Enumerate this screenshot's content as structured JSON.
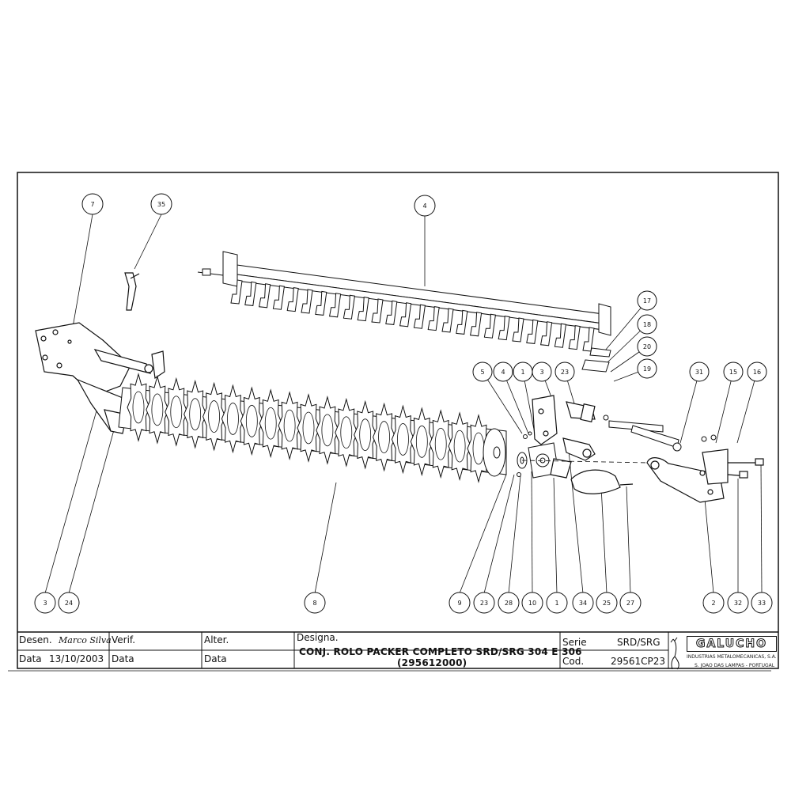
{
  "drawing": {
    "callouts": [
      "7",
      "35",
      "4",
      "17",
      "18",
      "20",
      "19",
      "5",
      "4",
      "1",
      "3",
      "23",
      "31",
      "15",
      "16",
      "3",
      "24",
      "8",
      "9",
      "23",
      "28",
      "10",
      "1",
      "34",
      "25",
      "27",
      "2",
      "32",
      "33"
    ]
  },
  "title_block": {
    "desen_label": "Desen.",
    "desen_value": "Marco Silva",
    "verif_label": "Verif.",
    "alter_label": "Alter.",
    "designa_label": "Designa.",
    "data_label": "Data",
    "data_value": "13/10/2003",
    "data_label_2": "Data",
    "data_label_3": "Data",
    "title_line_1": "CONJ. ROLO PACKER COMPLETO SRD/SRG 304 E 306",
    "title_line_2": "(295612000)",
    "serie_label": "Serie",
    "serie_value": "SRD/SRG",
    "cod_label": "Cod.",
    "cod_value": "29561CP23",
    "logo_text": "GALUCHO",
    "company_line_1": "INDUSTRIAS METALOMECANICAS, S.A.",
    "company_line_2": "S. JOAO DAS LAMPAS - PORTUGAL"
  }
}
